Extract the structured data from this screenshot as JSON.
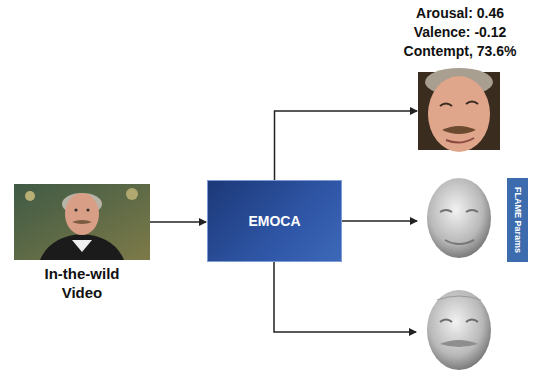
{
  "diagram": {
    "nodes": [
      {
        "text": [
          "In-the-wild Video"
        ]
      },
      {
        "text": [
          "EMOCA"
        ]
      },
      {
        "text": [
          "Arousal: 0.46",
          "Valence: -0.12",
          "Contempt, 73.6%"
        ]
      },
      {
        "text": [
          "FLAME Params"
        ]
      }
    ],
    "edges": [
      {
        "from": 0,
        "to": 1,
        "arrow": "to"
      },
      {
        "from": 1,
        "to": 2,
        "arrow": "to"
      },
      {
        "from": 1,
        "to": 3,
        "arrow": "to"
      }
    ]
  }
}
